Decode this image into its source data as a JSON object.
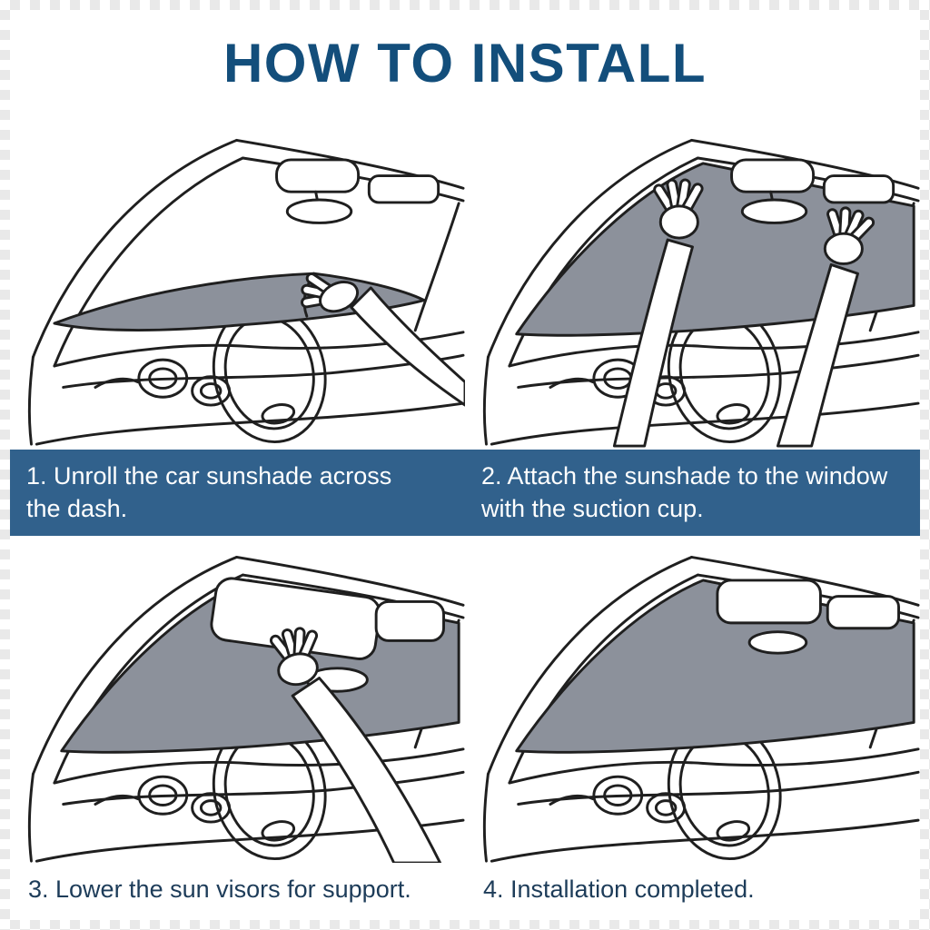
{
  "title": "HOW TO INSTALL",
  "colors": {
    "title-color": "#134e7b",
    "banner-bg": "#31618c",
    "banner-text": "#ffffff",
    "bottom-text": "#1d3c59",
    "shade": "#8c919b",
    "ink": "#1f1f1f",
    "checker": "#e9e9e9"
  },
  "steps": [
    {
      "id": 1,
      "caption": "1. Unroll the car sunshade across the dash."
    },
    {
      "id": 2,
      "caption": "2. Attach the sunshade to the window with the suction cup."
    },
    {
      "id": 3,
      "caption": "3. Lower the sun visors for support."
    },
    {
      "id": 4,
      "caption": "4. Installation completed."
    }
  ]
}
